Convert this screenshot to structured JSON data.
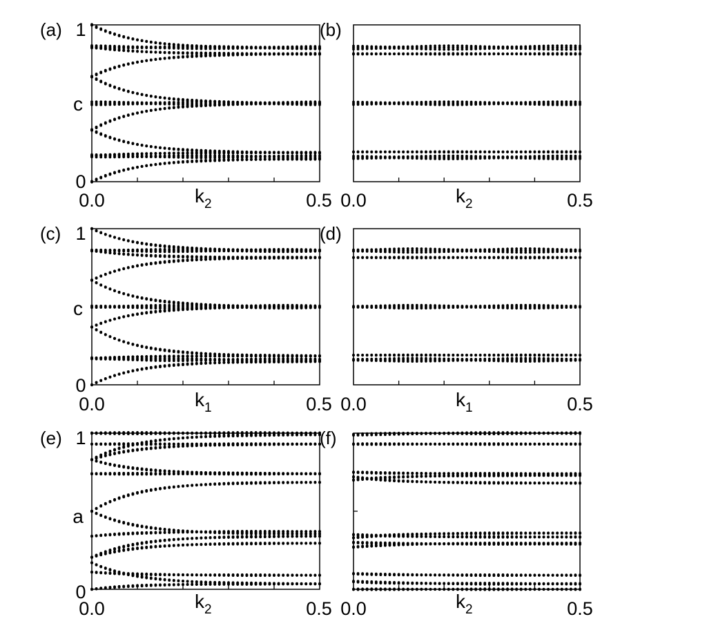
{
  "colors": {
    "points": "#000000",
    "frame": "#000000",
    "background": "#ffffff"
  },
  "chart_data": [
    {
      "panel": "(a)",
      "type": "scatter",
      "grid": false,
      "xlabel": {
        "main": "k",
        "sub": "2"
      },
      "ylabel": "c",
      "xlim": [
        0,
        0.5
      ],
      "ylim": [
        0,
        1
      ],
      "xtick_labels": [
        "0.0",
        "0.5"
      ],
      "ytick_labels": [
        "0",
        "1"
      ],
      "x_minor_ticks": [
        0.1,
        0.2,
        0.3,
        0.4
      ],
      "branches": [
        {
          "y0": 1.0,
          "y1": 0.85,
          "w": 0.003,
          "r": 10
        },
        {
          "y0": 0.86,
          "y1": 0.855,
          "w": 0.008,
          "r": 10
        },
        {
          "y0": 0.86,
          "y1": 0.815,
          "w": 0.003,
          "r": 10
        },
        {
          "y0": 0.67,
          "y1": 0.815,
          "w": 0.003,
          "r": 10
        },
        {
          "y0": 0.67,
          "y1": 0.5,
          "w": 0.003,
          "r": 10
        },
        {
          "y0": 0.5,
          "y1": 0.5,
          "w": 0.01,
          "r": 10
        },
        {
          "y0": 0.33,
          "y1": 0.5,
          "w": 0.003,
          "r": 10
        },
        {
          "y0": 0.33,
          "y1": 0.185,
          "w": 0.003,
          "r": 10
        },
        {
          "y0": 0.165,
          "y1": 0.185,
          "w": 0.002,
          "r": 10
        },
        {
          "y0": 0.165,
          "y1": 0.16,
          "w": 0.008,
          "r": 10
        },
        {
          "y0": 0.0,
          "y1": 0.145,
          "w": 0.003,
          "r": 10
        }
      ]
    },
    {
      "panel": "(b)",
      "type": "scatter",
      "grid": false,
      "xlabel": {
        "main": "k",
        "sub": "2"
      },
      "ylabel": "",
      "xlim": [
        0,
        0.5
      ],
      "ylim": [
        0,
        1
      ],
      "xtick_labels": [
        "0.0",
        "0.5"
      ],
      "ytick_labels": [],
      "x_minor_ticks": [
        0.1,
        0.2,
        0.3,
        0.4
      ],
      "branches": [
        {
          "y0": 0.855,
          "y1": 0.855,
          "w": 0.012,
          "r": 10
        },
        {
          "y0": 0.815,
          "y1": 0.815,
          "w": 0.003,
          "r": 10
        },
        {
          "y0": 0.5,
          "y1": 0.5,
          "w": 0.01,
          "r": 10
        },
        {
          "y0": 0.19,
          "y1": 0.19,
          "w": 0.002,
          "r": 10
        },
        {
          "y0": 0.155,
          "y1": 0.155,
          "w": 0.01,
          "r": 10
        }
      ]
    },
    {
      "panel": "(c)",
      "type": "scatter",
      "grid": false,
      "xlabel": {
        "main": "k",
        "sub": "1"
      },
      "ylabel": "c",
      "xlim": [
        0,
        0.5
      ],
      "ylim": [
        0,
        1
      ],
      "xtick_labels": [
        "0.0",
        "0.5"
      ],
      "ytick_labels": [
        "0",
        "1"
      ],
      "x_minor_ticks": [
        0.1,
        0.2,
        0.3,
        0.4
      ],
      "branches": [
        {
          "y0": 1.0,
          "y1": 0.86,
          "w": 0.003,
          "r": 10
        },
        {
          "y0": 0.86,
          "y1": 0.86,
          "w": 0.008,
          "r": 10
        },
        {
          "y0": 0.86,
          "y1": 0.815,
          "w": 0.003,
          "r": 10
        },
        {
          "y0": 0.67,
          "y1": 0.815,
          "w": 0.003,
          "r": 10
        },
        {
          "y0": 0.67,
          "y1": 0.5,
          "w": 0.003,
          "r": 10
        },
        {
          "y0": 0.5,
          "y1": 0.5,
          "w": 0.01,
          "r": 10
        },
        {
          "y0": 0.37,
          "y1": 0.5,
          "w": 0.003,
          "r": 10
        },
        {
          "y0": 0.37,
          "y1": 0.185,
          "w": 0.003,
          "r": 10
        },
        {
          "y0": 0.17,
          "y1": 0.185,
          "w": 0.002,
          "r": 10
        },
        {
          "y0": 0.17,
          "y1": 0.16,
          "w": 0.008,
          "r": 10
        },
        {
          "y0": 0.0,
          "y1": 0.15,
          "w": 0.003,
          "r": 10
        }
      ]
    },
    {
      "panel": "(d)",
      "type": "scatter",
      "grid": false,
      "xlabel": {
        "main": "k",
        "sub": "1"
      },
      "ylabel": "",
      "xlim": [
        0,
        0.5
      ],
      "ylim": [
        0,
        1
      ],
      "xtick_labels": [
        "0.0",
        "0.5"
      ],
      "ytick_labels": [],
      "x_minor_ticks": [
        0.1,
        0.2,
        0.3,
        0.4
      ],
      "branches": [
        {
          "y0": 0.86,
          "y1": 0.86,
          "w": 0.012,
          "r": 10
        },
        {
          "y0": 0.815,
          "y1": 0.815,
          "w": 0.003,
          "r": 10
        },
        {
          "y0": 0.5,
          "y1": 0.5,
          "w": 0.01,
          "r": 10
        },
        {
          "y0": 0.19,
          "y1": 0.19,
          "w": 0.002,
          "r": 10
        },
        {
          "y0": 0.16,
          "y1": 0.16,
          "w": 0.01,
          "r": 10
        }
      ]
    },
    {
      "panel": "(e)",
      "type": "scatter",
      "grid": false,
      "xlabel": {
        "main": "k",
        "sub": "2"
      },
      "ylabel": "a",
      "xlim": [
        0,
        0.5
      ],
      "ylim": [
        0,
        1
      ],
      "xtick_labels": [
        "0.0",
        "0.5"
      ],
      "ytick_labels": [
        "0",
        "1"
      ],
      "x_minor_ticks": [
        0.1,
        0.2,
        0.3,
        0.4
      ],
      "branches": [
        {
          "y0": 1.0,
          "y1": 1.0,
          "w": 0.005,
          "r": 10
        },
        {
          "y0": 0.83,
          "y1": 0.99,
          "w": 0.003,
          "r": 10
        },
        {
          "y0": 0.83,
          "y1": 0.93,
          "w": 0.003,
          "r": 10
        },
        {
          "y0": 0.93,
          "y1": 0.93,
          "w": 0.003,
          "r": 10
        },
        {
          "y0": 0.83,
          "y1": 0.74,
          "w": 0.003,
          "r": 10
        },
        {
          "y0": 0.74,
          "y1": 0.74,
          "w": 0.004,
          "r": 10
        },
        {
          "y0": 0.5,
          "y1": 0.685,
          "w": 0.003,
          "r": 10
        },
        {
          "y0": 0.5,
          "y1": 0.355,
          "w": 0.003,
          "r": 10
        },
        {
          "y0": 0.34,
          "y1": 0.37,
          "w": 0.003,
          "r": 10
        },
        {
          "y0": 0.205,
          "y1": 0.34,
          "w": 0.003,
          "r": 10
        },
        {
          "y0": 0.205,
          "y1": 0.295,
          "w": 0.003,
          "r": 10
        },
        {
          "y0": 0.11,
          "y1": 0.09,
          "w": 0.003,
          "r": 10
        },
        {
          "y0": 0.17,
          "y1": 0.035,
          "w": 0.003,
          "r": 10
        },
        {
          "y0": 0.0,
          "y1": 0.035,
          "w": 0.003,
          "r": 10
        }
      ]
    },
    {
      "panel": "(f)",
      "type": "scatter",
      "grid": false,
      "xlabel": {
        "main": "k",
        "sub": "2"
      },
      "ylabel": "",
      "xlim": [
        0,
        0.5
      ],
      "ylim": [
        0,
        1
      ],
      "xtick_labels": [
        "0.0",
        "0.5"
      ],
      "ytick_labels": [],
      "x_minor_ticks": [
        0.1,
        0.2,
        0.3,
        0.4
      ],
      "branches": [
        {
          "y0": 0.99,
          "y1": 1.0,
          "w": 0.005,
          "r": 10
        },
        {
          "y0": 0.93,
          "y1": 0.93,
          "w": 0.003,
          "r": 10
        },
        {
          "y0": 0.75,
          "y1": 0.74,
          "w": 0.003,
          "r": 10
        },
        {
          "y0": 0.72,
          "y1": 0.68,
          "w": 0.003,
          "r": 10
        },
        {
          "y0": 0.7,
          "y1": 0.73,
          "w": 0.003,
          "r": 10
        },
        {
          "y0": 0.33,
          "y1": 0.36,
          "w": 0.003,
          "r": 10
        },
        {
          "y0": 0.35,
          "y1": 0.335,
          "w": 0.003,
          "r": 10
        },
        {
          "y0": 0.27,
          "y1": 0.295,
          "w": 0.003,
          "r": 10
        },
        {
          "y0": 0.3,
          "y1": 0.29,
          "w": 0.003,
          "r": 10
        },
        {
          "y0": 0.1,
          "y1": 0.09,
          "w": 0.003,
          "r": 10
        },
        {
          "y0": 0.05,
          "y1": 0.035,
          "w": 0.004,
          "r": 10
        },
        {
          "y0": 0.0,
          "y1": 0.0,
          "w": 0.003,
          "r": 10
        }
      ]
    }
  ]
}
